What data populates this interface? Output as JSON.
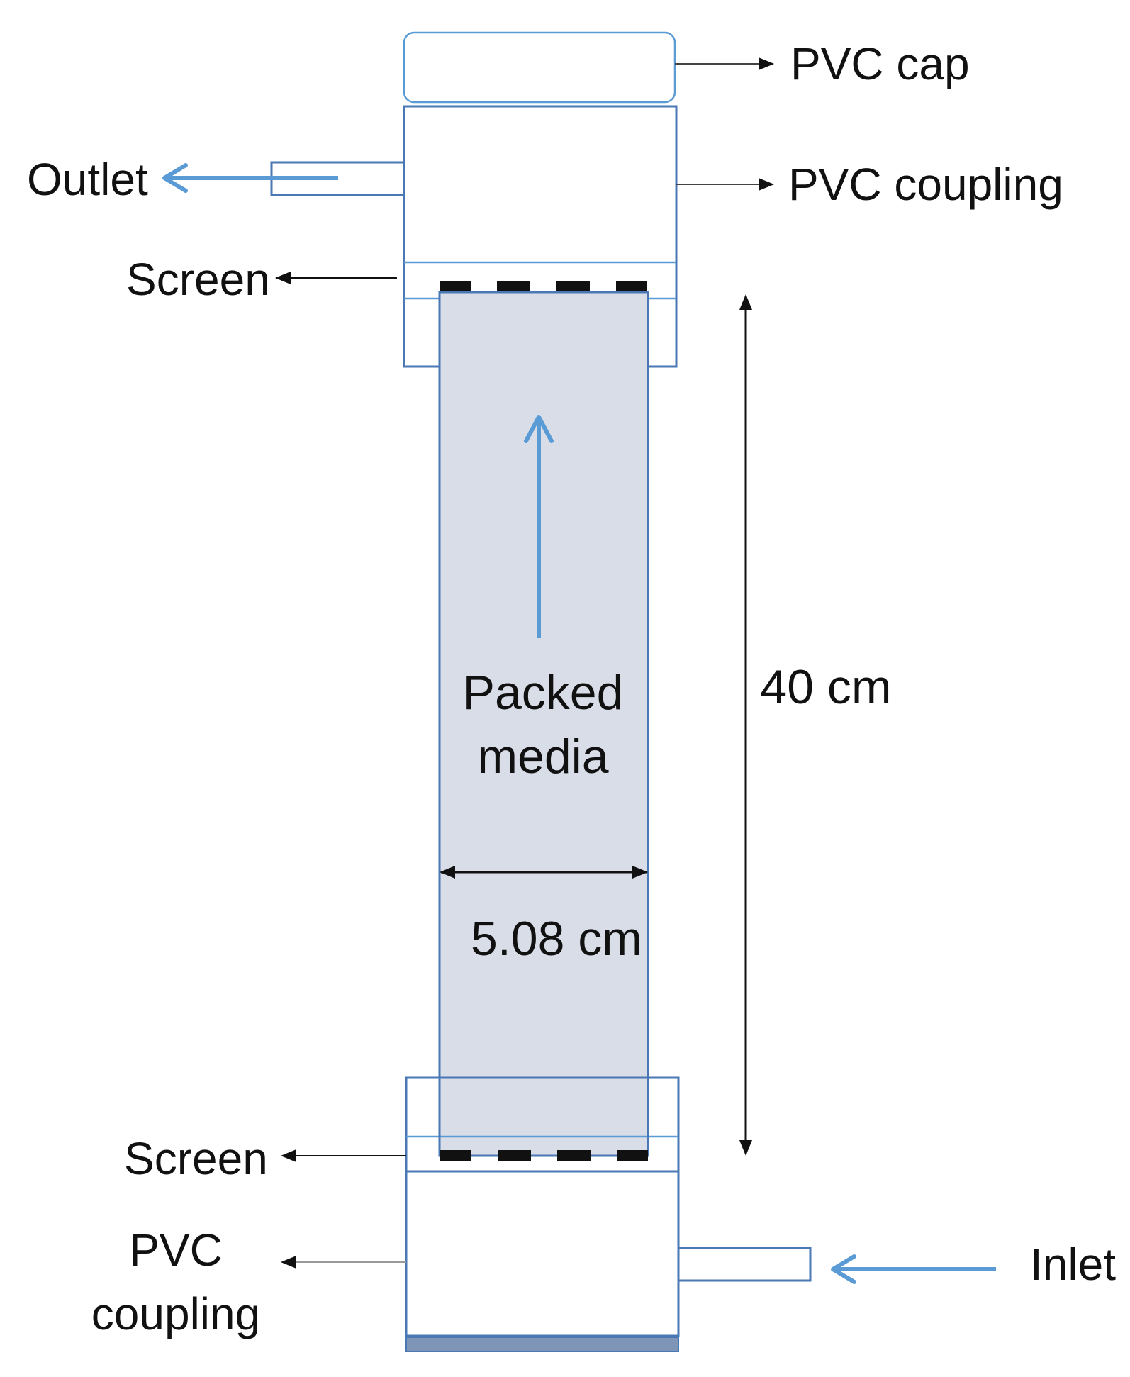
{
  "labels": {
    "pvc_cap": "PVC cap",
    "pvc_coupling_top": "PVC coupling",
    "outlet": "Outlet",
    "screen_top": "Screen",
    "packed_media_line1": "Packed",
    "packed_media_line2": "media",
    "height_dimension": "40 cm",
    "diameter_dimension": "5.08 cm",
    "screen_bottom": "Screen",
    "pvc_coupling_bottom_line1": "PVC",
    "pvc_coupling_bottom_line2": "coupling",
    "inlet": "Inlet"
  },
  "colors": {
    "outline_blue": "#4a78b4",
    "flow_arrow_blue": "#5b9bd5",
    "media_fill": "#d8dde8",
    "screen_mark": "#111111",
    "base_plate": "#7f95b8"
  }
}
